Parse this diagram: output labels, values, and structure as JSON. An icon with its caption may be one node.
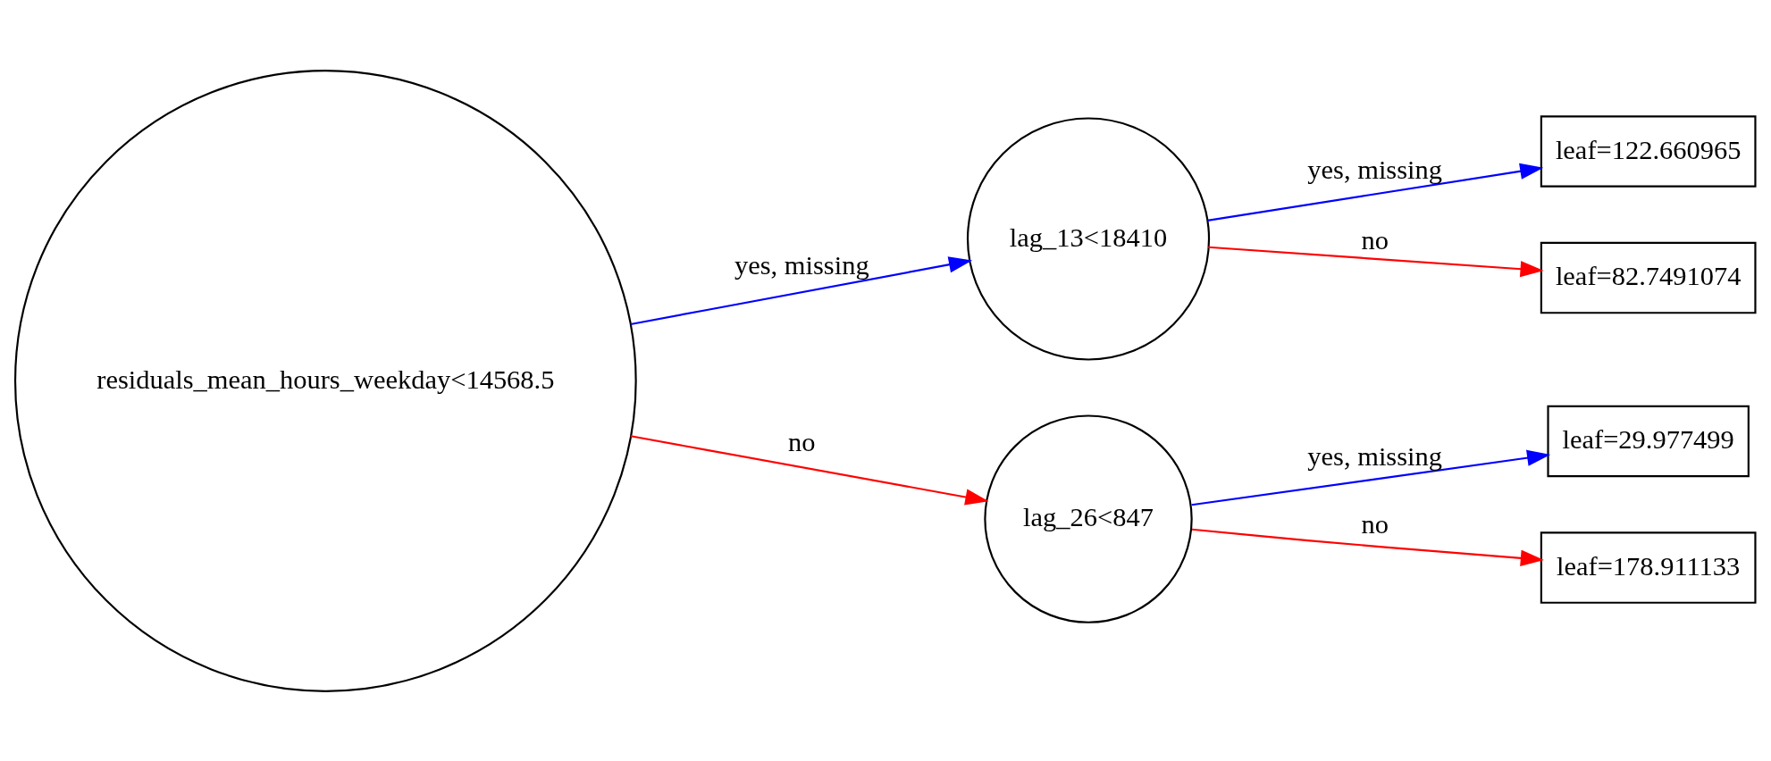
{
  "diagram": {
    "nodes": [
      {
        "text": [
          "residuals_mean_hours_weekday<14568.5"
        ]
      },
      {
        "text": [
          "lag_13<18410"
        ]
      },
      {
        "text": [
          "lag_26<847"
        ]
      },
      {
        "text": [
          "leaf=122.660965"
        ]
      },
      {
        "text": [
          "leaf=82.7491074"
        ]
      },
      {
        "text": [
          "leaf=29.977499"
        ]
      },
      {
        "text": [
          "leaf=178.911133"
        ]
      }
    ],
    "edges": [
      {
        "from": 0,
        "to": 1,
        "arrow": "to",
        "label": "yes, missing",
        "color": "#0000ff"
      },
      {
        "from": 0,
        "to": 2,
        "arrow": "to",
        "label": "no",
        "color": "#ff0000"
      },
      {
        "from": 1,
        "to": 3,
        "arrow": "to",
        "label": "yes, missing",
        "color": "#0000ff"
      },
      {
        "from": 1,
        "to": 4,
        "arrow": "to",
        "label": "no",
        "color": "#ff0000"
      },
      {
        "from": 2,
        "to": 5,
        "arrow": "to",
        "label": "yes, missing",
        "color": "#0000ff"
      },
      {
        "from": 2,
        "to": 6,
        "arrow": "to",
        "label": "no",
        "color": "#ff0000"
      }
    ]
  }
}
